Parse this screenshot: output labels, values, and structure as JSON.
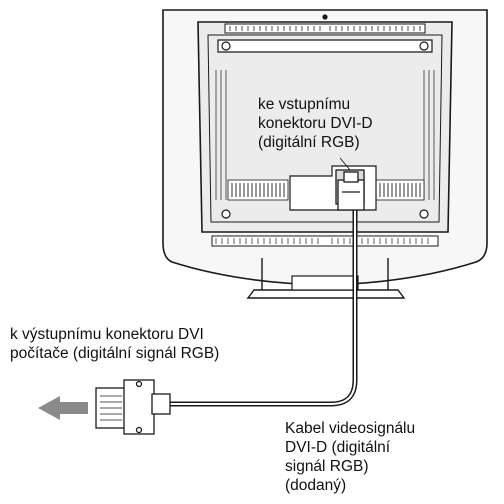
{
  "labels": {
    "input_connector": [
      "ke vstupnímu",
      "konektoru DVI-D",
      "(digitální RGB)"
    ],
    "computer_output": [
      "k výstupnímu konektoru DVI",
      "počítače (digitální signál RGB)"
    ],
    "cable": [
      "Kabel videosignálu",
      "DVI-D (digitální",
      "signál RGB)",
      "(dodaný)"
    ]
  },
  "colors": {
    "line": "#1a1a1a",
    "bezel_fill": "#f7f7f7",
    "back_panel_fill": "#ececec",
    "arrow_fill": "#8a8a8a",
    "text": "#111111"
  },
  "icons": {
    "arrow": "left-arrow-icon"
  }
}
